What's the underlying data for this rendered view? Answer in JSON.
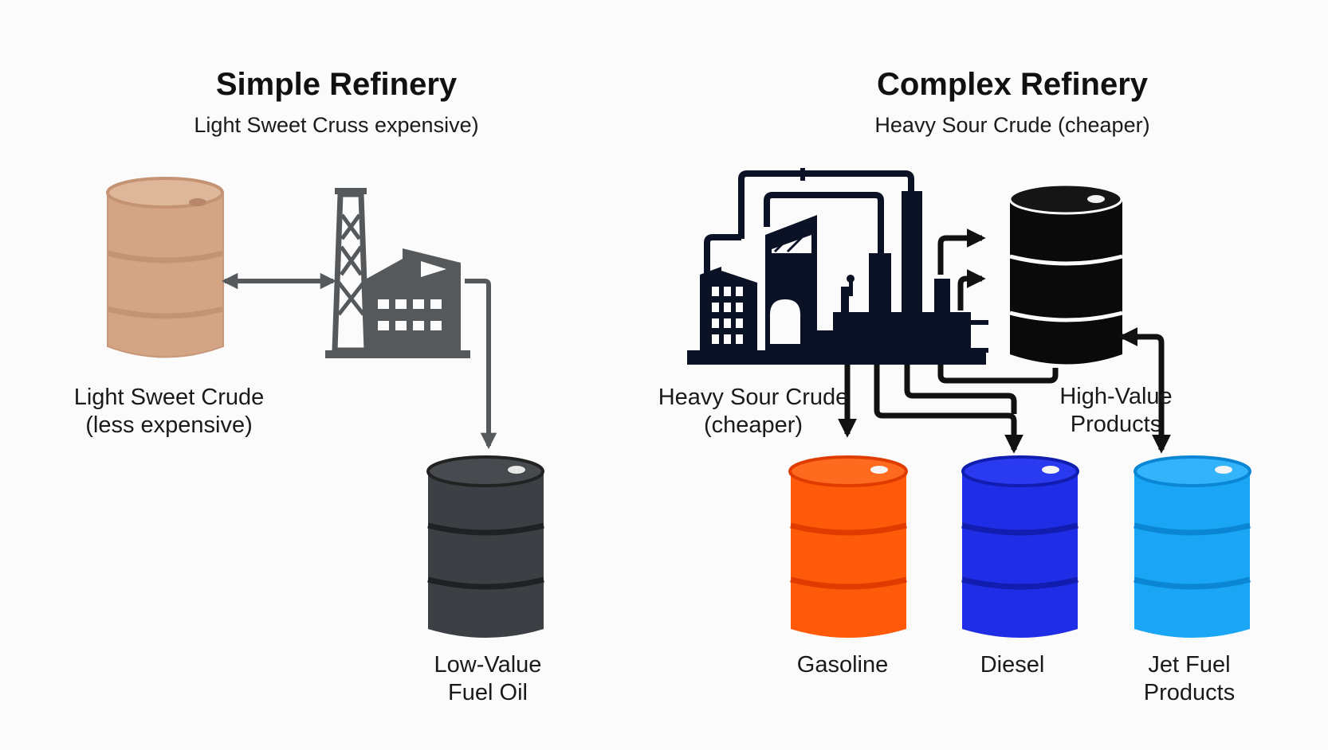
{
  "simple": {
    "title": "Simple Refinery",
    "subtitle": "Light Sweet Cruss expensive)",
    "crude_label": [
      "Light Sweet Crude",
      "(less expensive)"
    ],
    "output_label": [
      "Low-Value",
      "Fuel Oil"
    ]
  },
  "complex": {
    "title": "Complex Refinery",
    "subtitle": "Heavy Sour Crude (cheaper)",
    "crude_label": [
      "Heavy Sour Crude",
      "(cheaper)"
    ],
    "high_value_label": [
      "High-Value",
      "Products"
    ],
    "products": [
      {
        "name": "gasoline",
        "label": [
          "Gasoline"
        ],
        "color": "#ff5a0a"
      },
      {
        "name": "diesel",
        "label": [
          "Diesel"
        ],
        "color": "#1f2ee6"
      },
      {
        "name": "jet-fuel",
        "label": [
          "Jet Fuel",
          "Products"
        ],
        "color": "#1aa6f5"
      }
    ]
  },
  "colors": {
    "light_crude_barrel": "#d3a584",
    "fuel_oil_barrel": "#3c4044",
    "high_value_barrel": "#0a0a0a",
    "simple_plant": "#55595c",
    "complex_plant": "#0c1226",
    "arrow": "#111111"
  }
}
